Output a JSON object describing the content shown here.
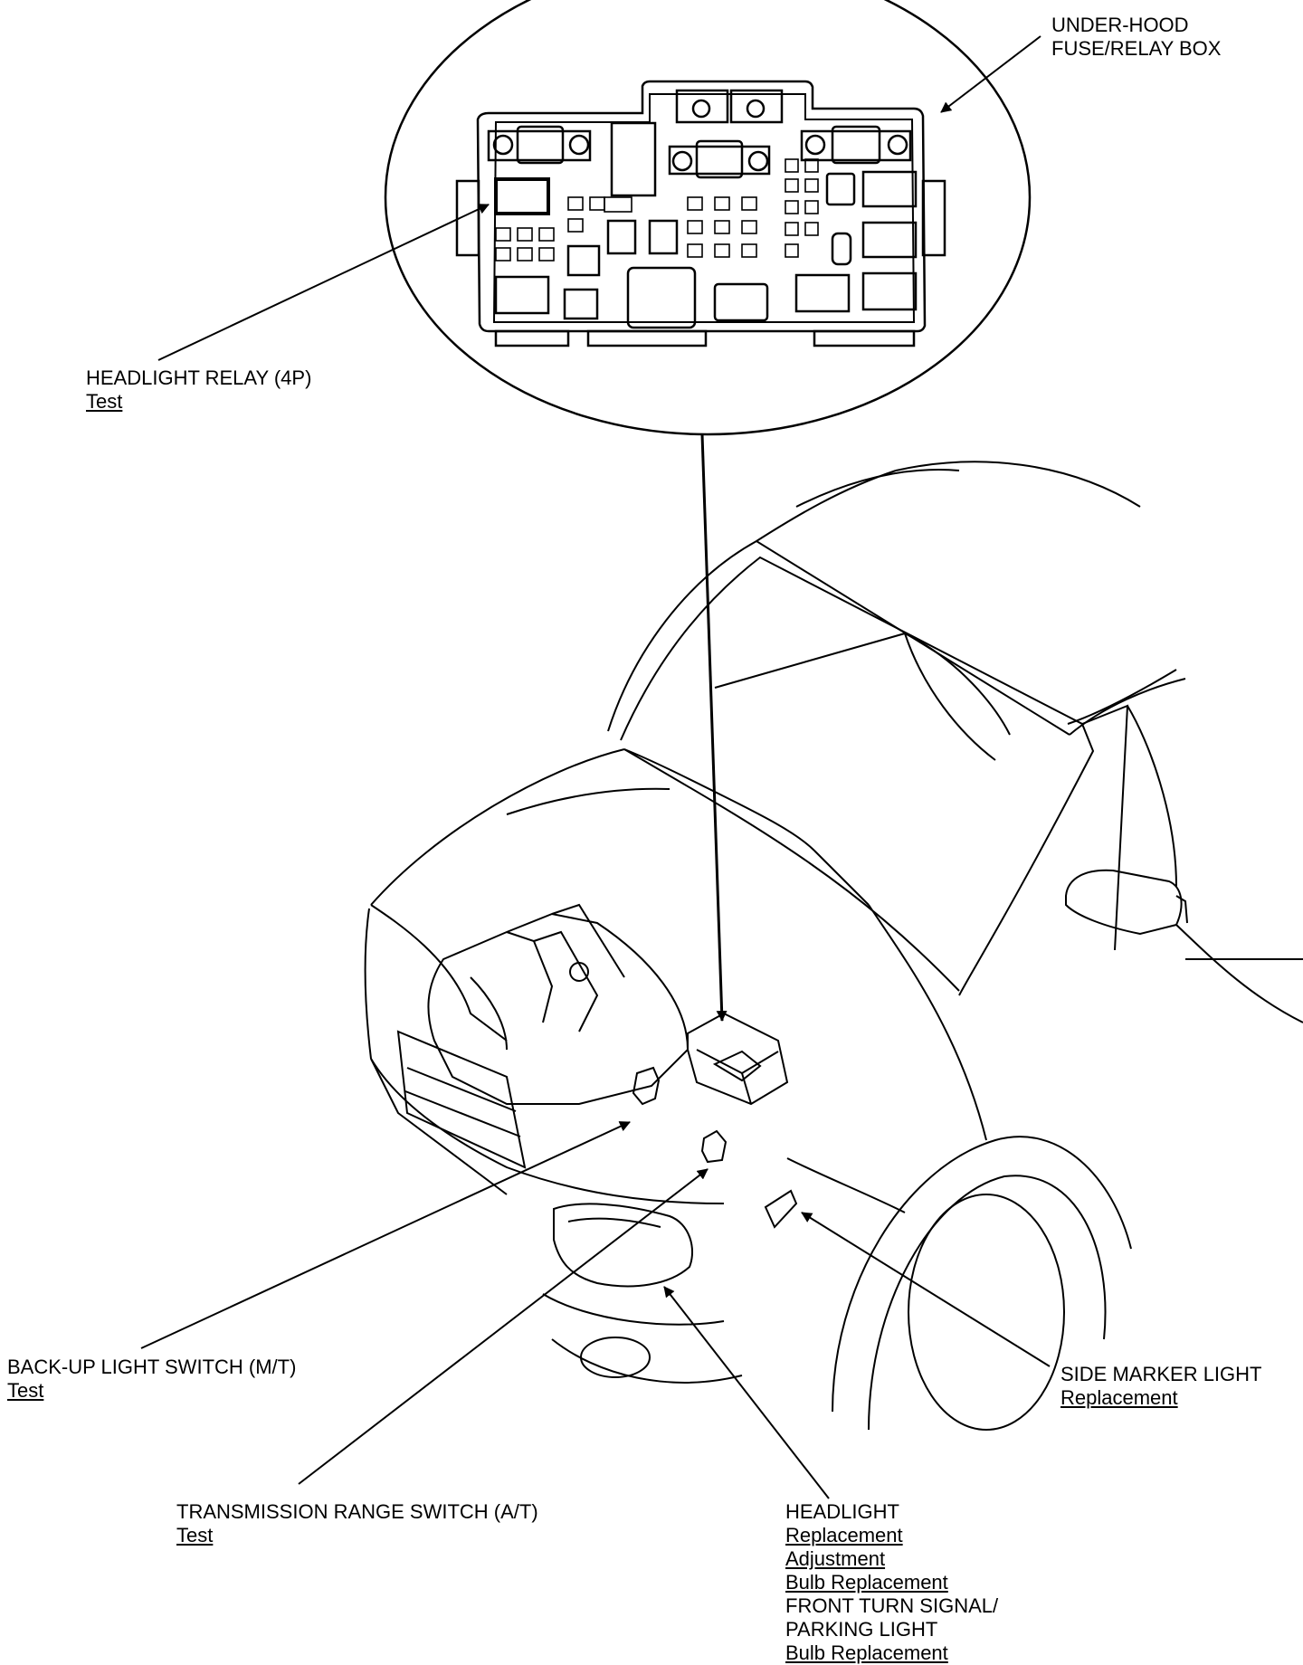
{
  "callouts": {
    "fuse_box": {
      "lines": [
        "UNDER-HOOD",
        "FUSE/RELAY BOX"
      ]
    },
    "headlight_relay": {
      "title": "HEADLIGHT RELAY (4P)",
      "links": [
        "Test"
      ]
    },
    "backup_switch": {
      "title": "BACK-UP LIGHT SWITCH (M/T)",
      "links": [
        "Test"
      ]
    },
    "trans_switch": {
      "title": "TRANSMISSION RANGE SWITCH (A/T)",
      "links": [
        "Test"
      ]
    },
    "side_marker": {
      "title": "SIDE MARKER LIGHT",
      "links": [
        "Replacement"
      ]
    },
    "headlight": {
      "title": "HEADLIGHT",
      "links": [
        "Replacement",
        "Adjustment",
        "Bulb Replacement"
      ],
      "title2_lines": [
        "FRONT TURN SIGNAL/",
        "PARKING LIGHT"
      ],
      "links2": [
        "Bulb Replacement"
      ]
    }
  },
  "colors": {
    "ink": "#000000",
    "paper": "#ffffff"
  }
}
